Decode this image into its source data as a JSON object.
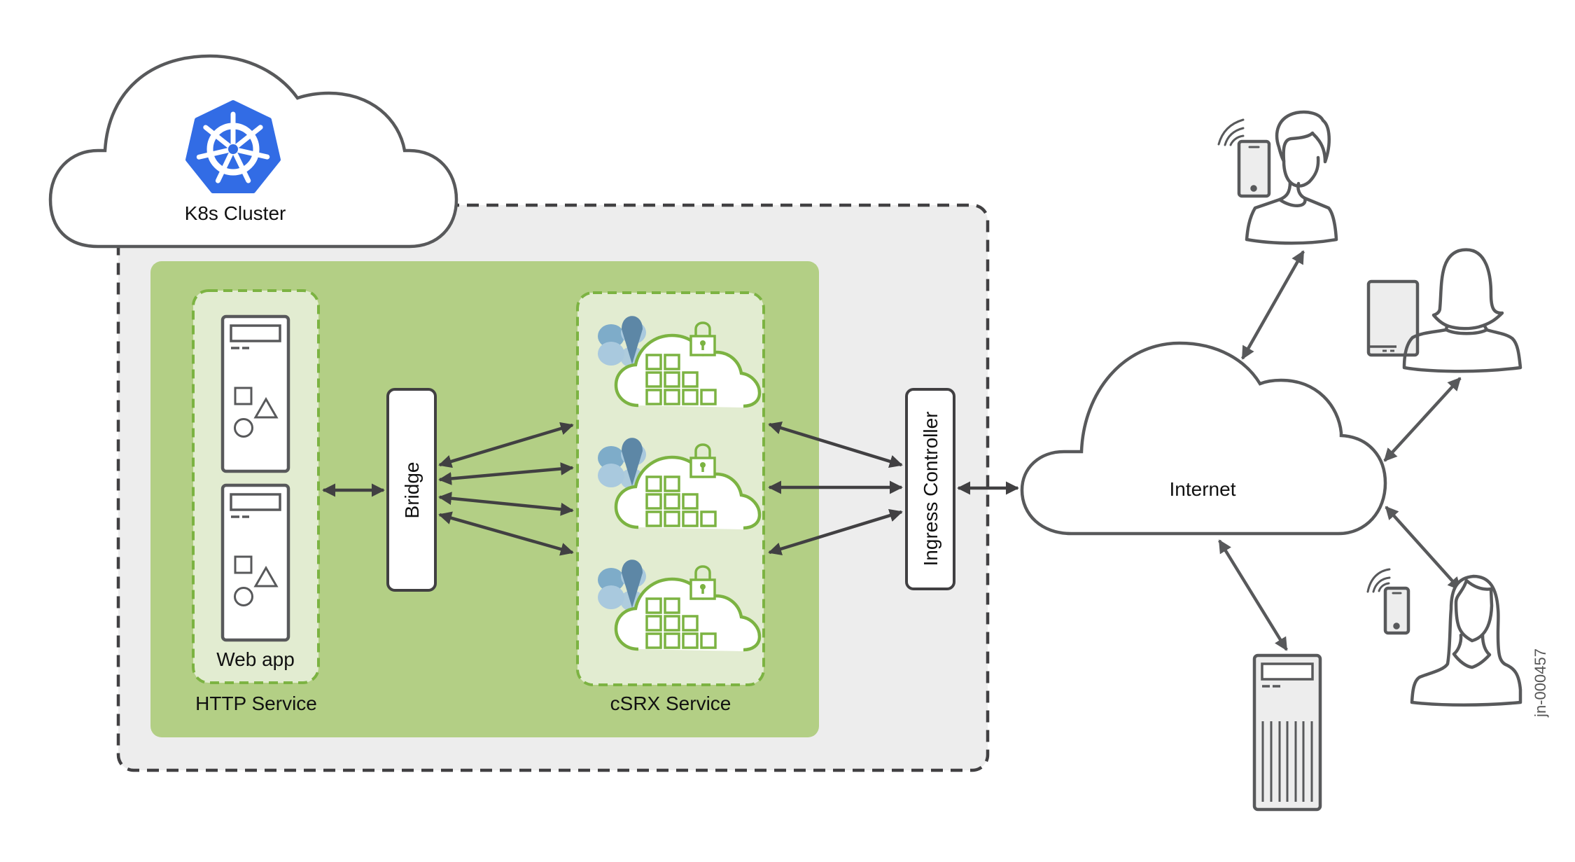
{
  "diagram": {
    "cluster": {
      "label": "K8s Cluster",
      "logo": "kubernetes-helm-icon",
      "logo_color": "#326ce5"
    },
    "http_service": {
      "label": "HTTP Service",
      "pod_label": "Web app",
      "pod_count": 2
    },
    "bridge": {
      "label": "Bridge"
    },
    "csrx_service": {
      "label": "cSRX Service",
      "instance_count": 3,
      "instance_icon": "csrx-cloud-firewall-icon"
    },
    "ingress": {
      "label": "Ingress Controller"
    },
    "internet": {
      "label": "Internet"
    },
    "clients": [
      {
        "name": "mobile-user-male",
        "icon": "man-with-phone-icon"
      },
      {
        "name": "desktop-user-female",
        "icon": "woman-at-computer-icon"
      },
      {
        "name": "mobile-user-female",
        "icon": "woman-with-phone-icon"
      },
      {
        "name": "external-server",
        "icon": "tower-server-icon"
      }
    ],
    "figure_id": "jn-000457",
    "colors": {
      "stroke": "#58595b",
      "arrow": "#414042",
      "cluster_bg": "#ededed",
      "service_bg": "#b3cf85",
      "pod_bg": "#e2ecd1",
      "pod_border": "#7cb342",
      "csrx_green": "#7cb342",
      "csrx_blue_dark": "#5d87a6",
      "csrx_blue_mid": "#7eacc9",
      "csrx_blue_light": "#a9c9de"
    }
  }
}
